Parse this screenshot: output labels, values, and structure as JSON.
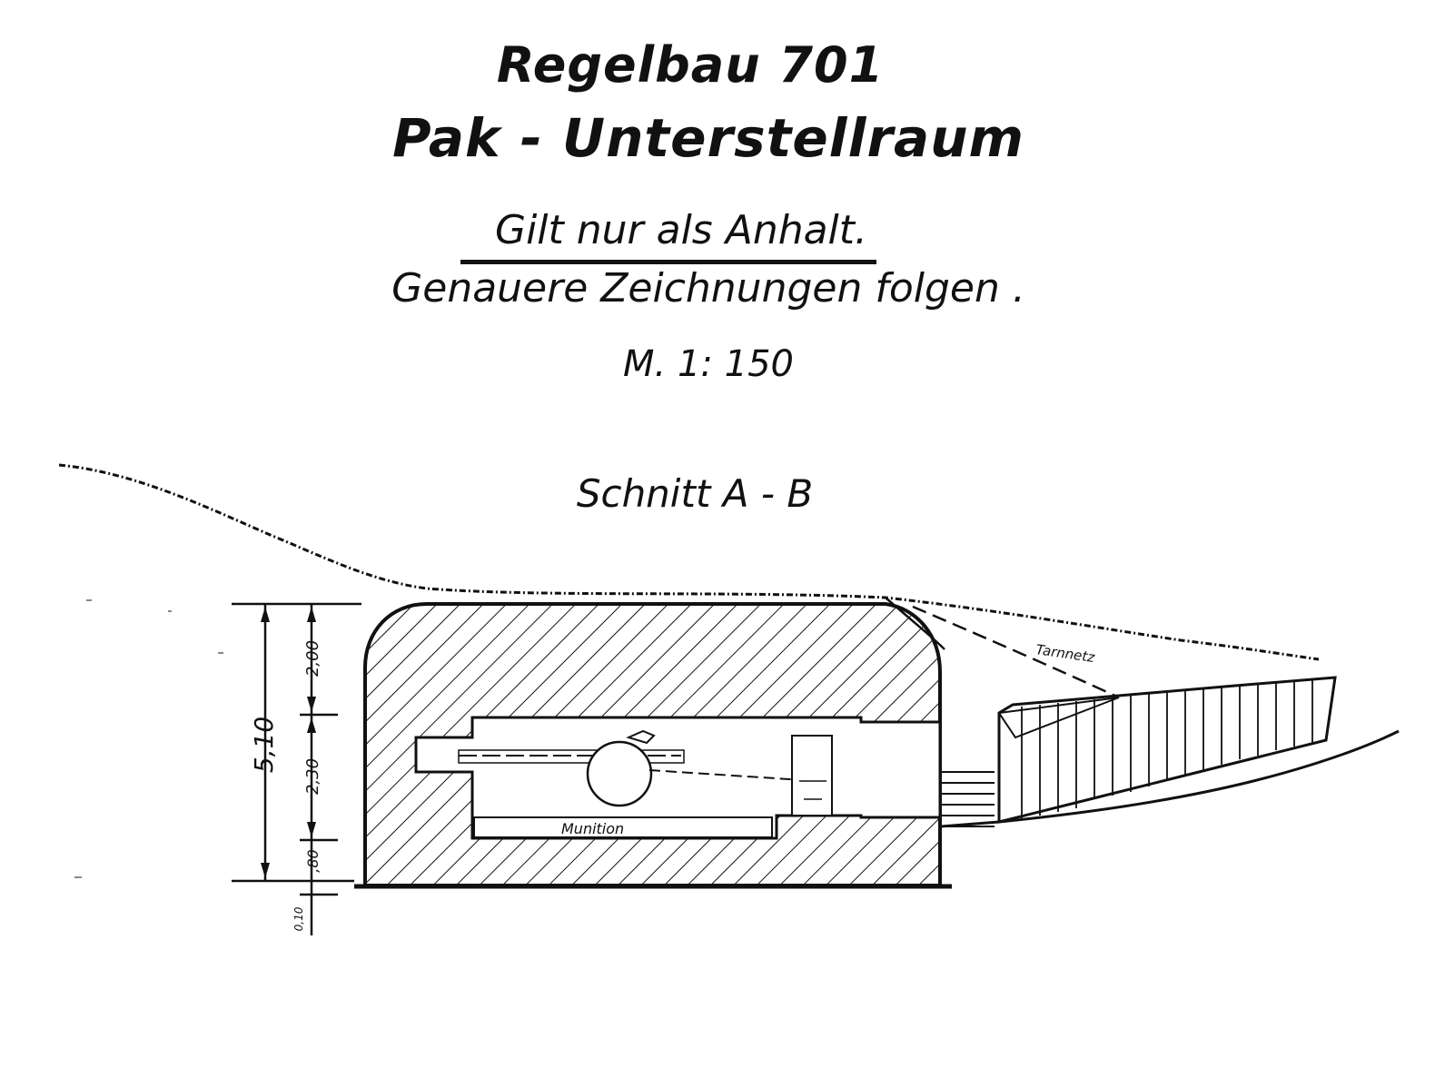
{
  "title": "Regelbau 701",
  "subtitle": "Pak - Unterstellraum",
  "note_primary": "Gilt nur als Anhalt.",
  "note_secondary": "Genauere  Zeichnungen folgen .",
  "scale": "M. 1: 150",
  "section_label": "Schnitt A - B",
  "labels": {
    "tarnnetz": "Tarnnetz",
    "munition": "Munition"
  },
  "dimensions": {
    "total_height": "5,10",
    "roof": "2,00",
    "interior": "2,30",
    "floor": ",80",
    "foundation": "0,10"
  },
  "colors": {
    "ink": "#111111",
    "paper": "#ffffff"
  }
}
